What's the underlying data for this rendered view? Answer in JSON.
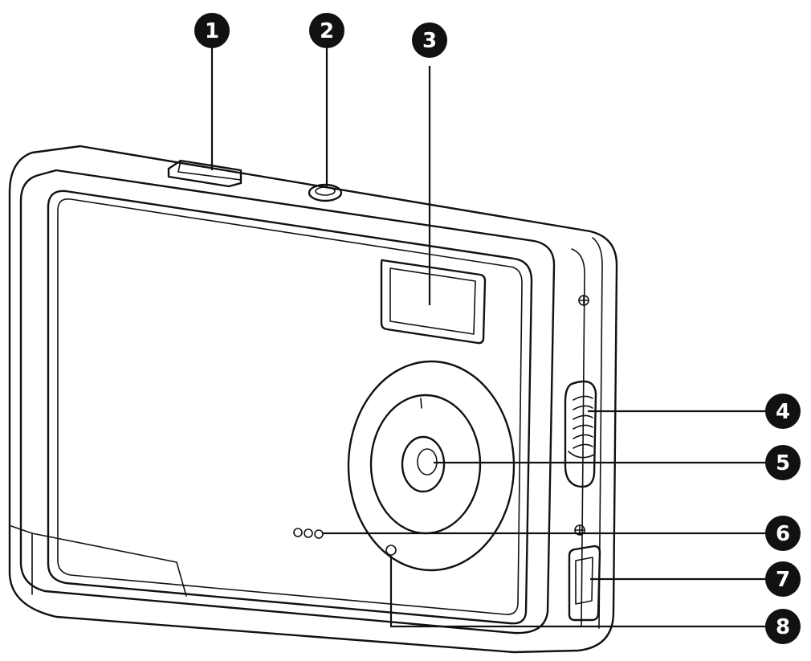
{
  "diagram": {
    "type": "labeled-product-illustration",
    "callouts": [
      {
        "id": "1",
        "label": "1"
      },
      {
        "id": "2",
        "label": "2"
      },
      {
        "id": "3",
        "label": "3"
      },
      {
        "id": "4",
        "label": "4"
      },
      {
        "id": "5",
        "label": "5"
      },
      {
        "id": "6",
        "label": "6"
      },
      {
        "id": "7",
        "label": "7"
      },
      {
        "id": "8",
        "label": "8"
      }
    ]
  },
  "colors": {
    "line": "#111111",
    "background": "#ffffff",
    "callout_fill": "#111111",
    "callout_text": "#ffffff"
  }
}
